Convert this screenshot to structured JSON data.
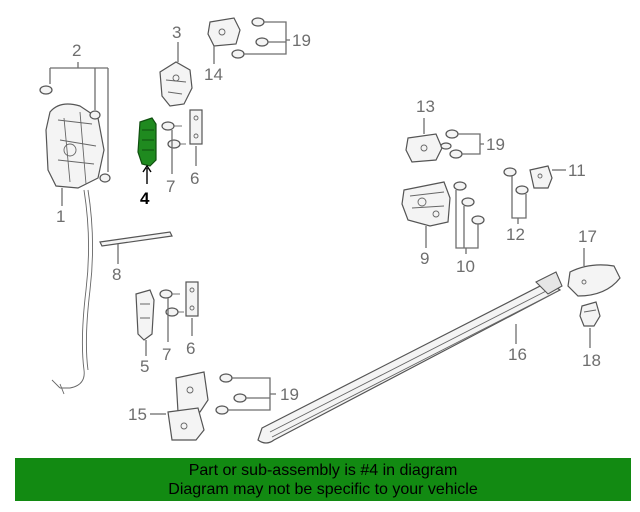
{
  "diagram": {
    "highlighted_part": "4",
    "callouts": [
      "1",
      "2",
      "3",
      "4",
      "5",
      "6",
      "6",
      "7",
      "7",
      "8",
      "9",
      "10",
      "11",
      "12",
      "13",
      "14",
      "15",
      "16",
      "17",
      "18",
      "19",
      "19",
      "19"
    ]
  },
  "banner": {
    "line1": "Part or sub-assembly is #4 in diagram",
    "line2": "Diagram may not be specific to your vehicle",
    "background": "#128a12"
  }
}
